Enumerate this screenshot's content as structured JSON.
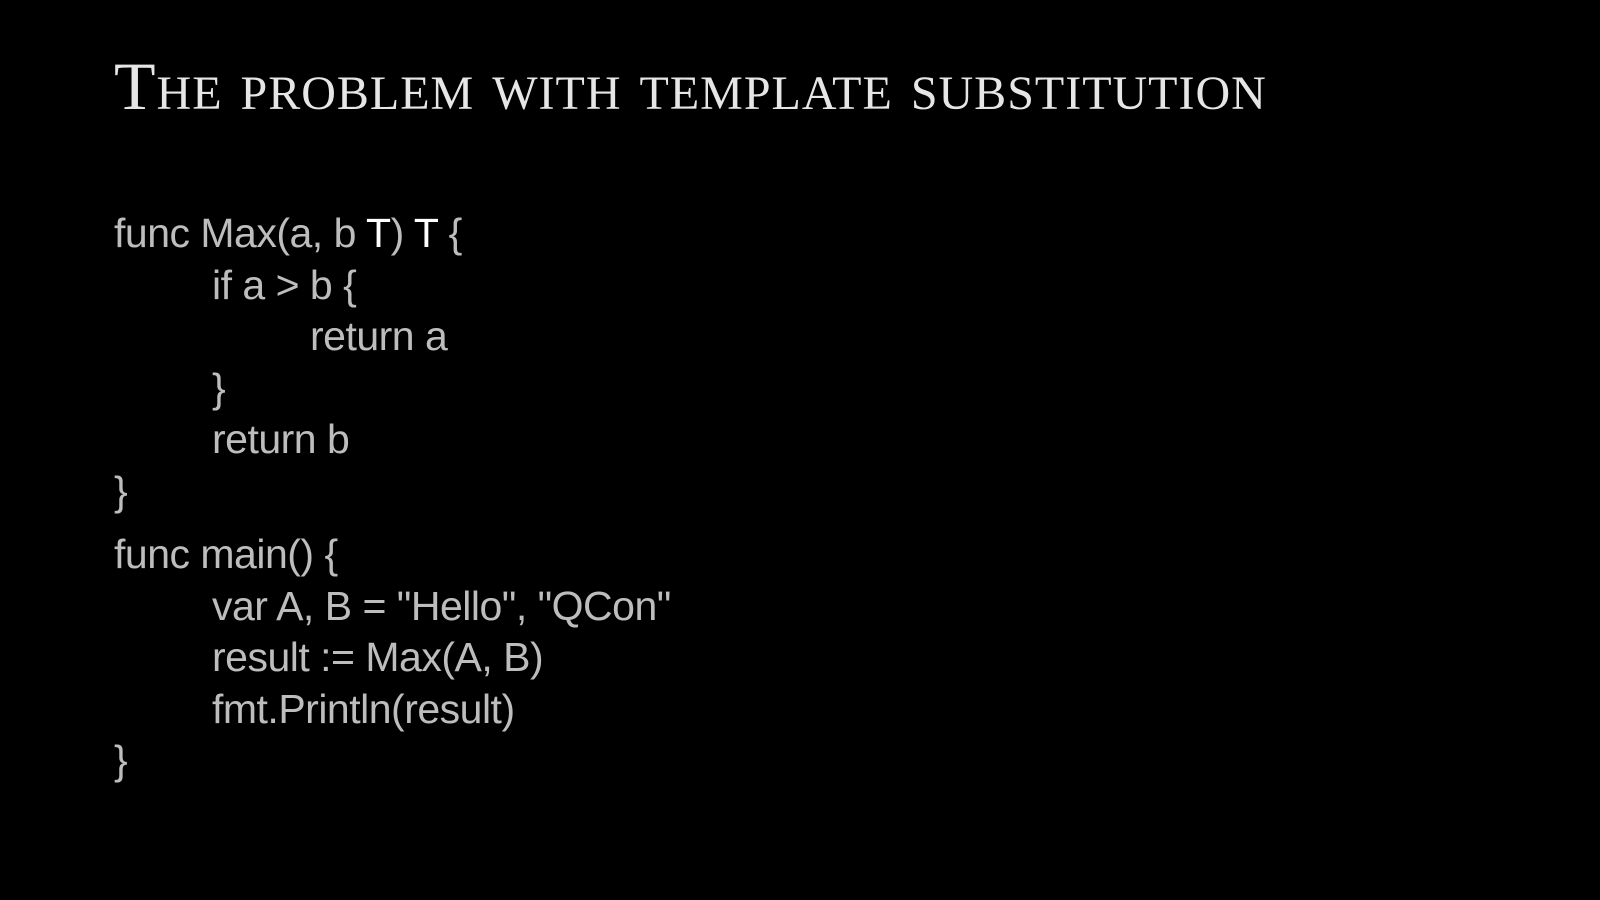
{
  "slide": {
    "title": "The problem with template substitution",
    "background_color": "#000000",
    "title_color": "#e6e6e6",
    "code_color": "#bdbdbd",
    "highlight_color": "#ffffff"
  },
  "code": {
    "max_func": {
      "line1_prefix": "func Max(a, b ",
      "line1_type1": "T",
      "line1_mid": ") ",
      "line1_type2": "T",
      "line1_suffix": " {",
      "line2": "if a > b {",
      "line3": "return a",
      "line4": "}",
      "line5": "return b",
      "line6": "}"
    },
    "main_func": {
      "line1": "func main() {",
      "line2": "var A, B = \"Hello\", \"QCon\"",
      "line3": "result := Max(A, B)",
      "line4": "fmt.Println(result)",
      "line5": "}"
    }
  }
}
